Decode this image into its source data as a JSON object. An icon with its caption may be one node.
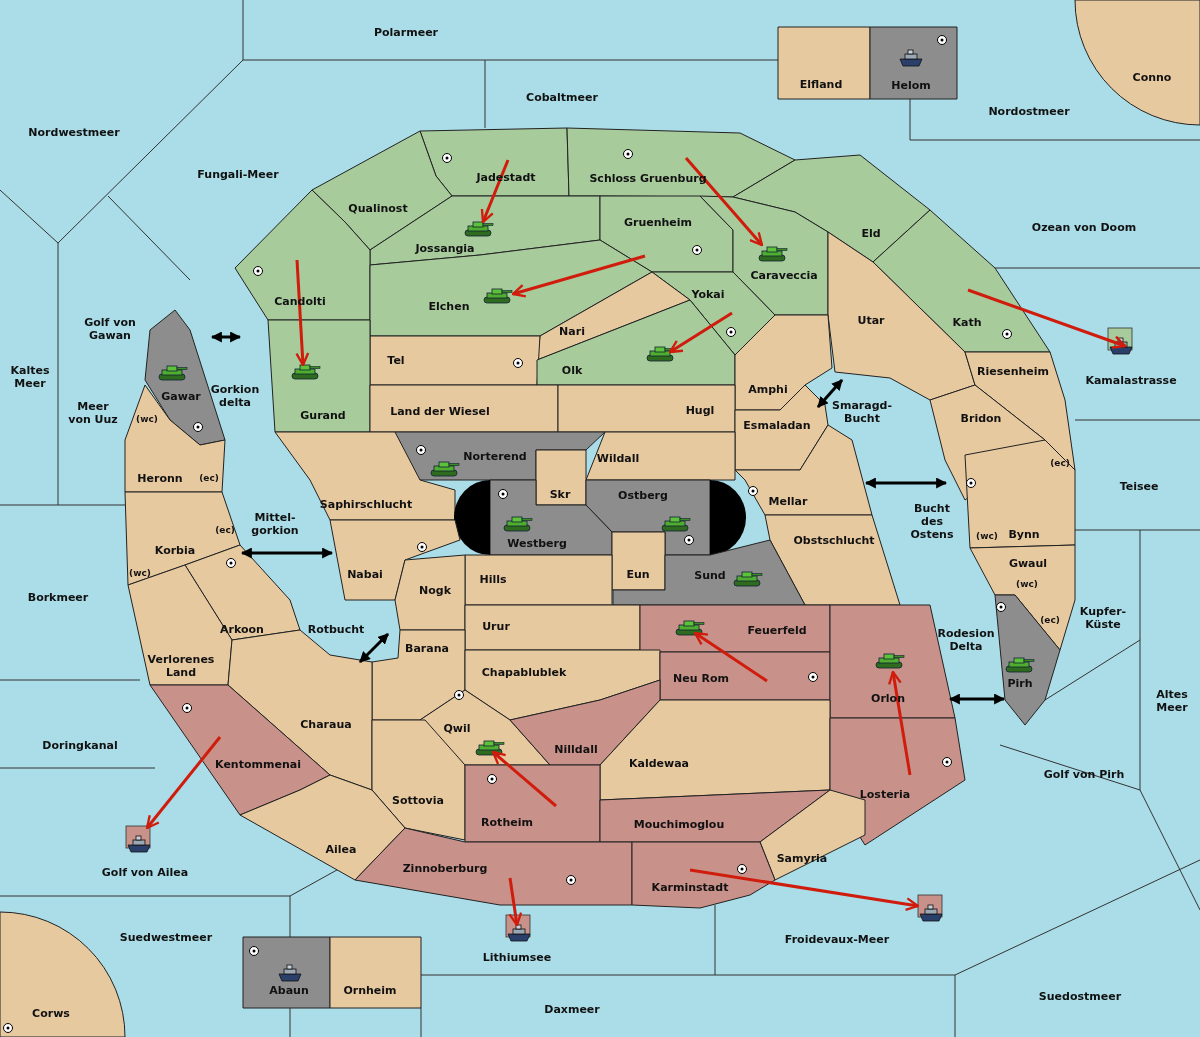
{
  "diagram": {
    "nodes": [
      {
        "text": [
          "Polarmeer"
        ]
      },
      {
        "text": [
          "Cobaltmeer"
        ]
      },
      {
        "text": [
          "Elfland"
        ]
      },
      {
        "text": [
          "Helom"
        ]
      },
      {
        "text": [
          "Conno"
        ]
      },
      {
        "text": [
          "Nordostmeer"
        ]
      },
      {
        "text": [
          "Nordwestmeer"
        ]
      },
      {
        "text": [
          "Fungali-Meer"
        ]
      },
      {
        "text": [
          "Jadestadt"
        ]
      },
      {
        "text": [
          "Schloss Gruenburg"
        ]
      },
      {
        "text": [
          "Qualinost"
        ]
      },
      {
        "text": [
          "Jossangia"
        ]
      },
      {
        "text": [
          "Gruenheim"
        ]
      },
      {
        "text": [
          "Eld"
        ]
      },
      {
        "text": [
          "Ozean von Doom"
        ]
      },
      {
        "text": [
          "Caraveccia"
        ]
      },
      {
        "text": [
          "Candolti"
        ]
      },
      {
        "text": [
          "Elchen"
        ]
      },
      {
        "text": [
          "Yokai"
        ]
      },
      {
        "text": [
          "Nari"
        ]
      },
      {
        "text": [
          "Kath"
        ]
      },
      {
        "text": [
          "Utar"
        ]
      },
      {
        "text": [
          "Golf von Gawan"
        ]
      },
      {
        "text": [
          "Tel"
        ]
      },
      {
        "text": [
          "Olk"
        ]
      },
      {
        "text": [
          "Kaltes Meer"
        ]
      },
      {
        "text": [
          "Gawar"
        ]
      },
      {
        "text": [
          "Gorkion delta"
        ]
      },
      {
        "text": [
          "Riesenheim"
        ]
      },
      {
        "text": [
          "Kamalastrasse"
        ]
      },
      {
        "text": [
          "Amphi"
        ]
      },
      {
        "text": [
          "Smaragd-Bucht"
        ]
      },
      {
        "text": [
          "Meer von Uuz"
        ]
      },
      {
        "text": [
          "Gurand"
        ]
      },
      {
        "text": [
          "Land der Wiesel"
        ]
      },
      {
        "text": [
          "Hugl"
        ]
      },
      {
        "text": [
          "Bridon"
        ]
      },
      {
        "text": [
          "Esmaladan"
        ]
      },
      {
        "text": [
          "Norterend"
        ]
      },
      {
        "text": [
          "Wildall"
        ]
      },
      {
        "text": [
          "Heronn"
        ]
      },
      {
        "text": [
          "Teisee"
        ]
      },
      {
        "text": [
          "Skr"
        ]
      },
      {
        "text": [
          "Ostberg"
        ]
      },
      {
        "text": [
          "Mellar"
        ]
      },
      {
        "text": [
          "Saphirschlucht"
        ]
      },
      {
        "text": [
          "Bucht des Ostens"
        ]
      },
      {
        "text": [
          "Mittel-gorkion"
        ]
      },
      {
        "text": [
          "Bynn"
        ]
      },
      {
        "text": [
          "Westberg"
        ]
      },
      {
        "text": [
          "Korbia"
        ]
      },
      {
        "text": [
          "Obstschlucht"
        ]
      },
      {
        "text": [
          "Gwaul"
        ]
      },
      {
        "text": [
          "Eun"
        ]
      },
      {
        "text": [
          "Sund"
        ]
      },
      {
        "text": [
          "Nabai"
        ]
      },
      {
        "text": [
          "Hills"
        ]
      },
      {
        "text": [
          "Nogk"
        ]
      },
      {
        "text": [
          "Borkmeer"
        ]
      },
      {
        "text": [
          "Kupfer-Küste"
        ]
      },
      {
        "text": [
          "Urur"
        ]
      },
      {
        "text": [
          "Feuerfeld"
        ]
      },
      {
        "text": [
          "Arkoon"
        ]
      },
      {
        "text": [
          "Rotbucht"
        ]
      },
      {
        "text": [
          "Rodesion Delta"
        ]
      },
      {
        "text": [
          "Barana"
        ]
      },
      {
        "text": [
          "Verlorenes Land"
        ]
      },
      {
        "text": [
          "Chapablublek"
        ]
      },
      {
        "text": [
          "Neu Rom"
        ]
      },
      {
        "text": [
          "Pirh"
        ]
      },
      {
        "text": [
          "Orlon"
        ]
      },
      {
        "text": [
          "Altes Meer"
        ]
      },
      {
        "text": [
          "Charaua"
        ]
      },
      {
        "text": [
          "Qwil"
        ]
      },
      {
        "text": [
          "Doringkanal"
        ]
      },
      {
        "text": [
          "Nilldall"
        ]
      },
      {
        "text": [
          "Kaldewaa"
        ]
      },
      {
        "text": [
          "Kentommenai"
        ]
      },
      {
        "text": [
          "Golf von Pirh"
        ]
      },
      {
        "text": [
          "Losteria"
        ]
      },
      {
        "text": [
          "Sottovia"
        ]
      },
      {
        "text": [
          "Rotheim"
        ]
      },
      {
        "text": [
          "Mouchimoglou"
        ]
      },
      {
        "text": [
          "Ailea"
        ]
      },
      {
        "text": [
          "Samyria"
        ]
      },
      {
        "text": [
          "Golf von Ailea"
        ]
      },
      {
        "text": [
          "Zinnoberburg"
        ]
      },
      {
        "text": [
          "Karminstadt"
        ]
      },
      {
        "text": [
          "Suedwestmeer"
        ]
      },
      {
        "text": [
          "Froidevaux-Meer"
        ]
      },
      {
        "text": [
          "Lithiumsee"
        ]
      },
      {
        "text": [
          "Abaun"
        ]
      },
      {
        "text": [
          "Ornheim"
        ]
      },
      {
        "text": [
          "Daxmeer"
        ]
      },
      {
        "text": [
          "Suedostmeer"
        ]
      },
      {
        "text": [
          "Corws"
        ]
      }
    ],
    "edges": [
      {
        "from": 8,
        "to": 11,
        "arrow": "to"
      },
      {
        "from": 9,
        "to": 15,
        "arrow": "to"
      },
      {
        "from": 16,
        "to": 33,
        "arrow": "to"
      },
      {
        "from": 12,
        "to": 17,
        "arrow": "to"
      },
      {
        "from": 18,
        "to": 24,
        "arrow": "to"
      },
      {
        "from": 20,
        "to": 29,
        "arrow": "to"
      },
      {
        "from": 68,
        "to": 61,
        "arrow": "to"
      },
      {
        "from": 79,
        "to": 70,
        "arrow": "to"
      },
      {
        "from": 77,
        "to": 85,
        "arrow": "to"
      },
      {
        "from": 81,
        "to": 73,
        "arrow": "to"
      },
      {
        "from": 86,
        "to": 90,
        "arrow": "to"
      },
      {
        "from": 87,
        "to": 89,
        "arrow": "to"
      },
      {
        "from": 26,
        "to": 16,
        "arrow": "both",
        "color": "#000000"
      },
      {
        "from": 50,
        "to": 55,
        "arrow": "both",
        "color": "#000000"
      },
      {
        "from": 72,
        "to": 65,
        "arrow": "both",
        "color": "#000000"
      },
      {
        "from": 37,
        "to": 21,
        "arrow": "both",
        "color": "#000000"
      },
      {
        "from": 44,
        "to": 36,
        "arrow": "both",
        "color": "#000000"
      },
      {
        "from": 70,
        "to": 69,
        "arrow": "both",
        "color": "#000000"
      }
    ],
    "labels": [
      "(wc)",
      "(ec)",
      "(ec)",
      "(ec)",
      "(wc)",
      "(wc)",
      "(wc)",
      "(ec)"
    ]
  }
}
